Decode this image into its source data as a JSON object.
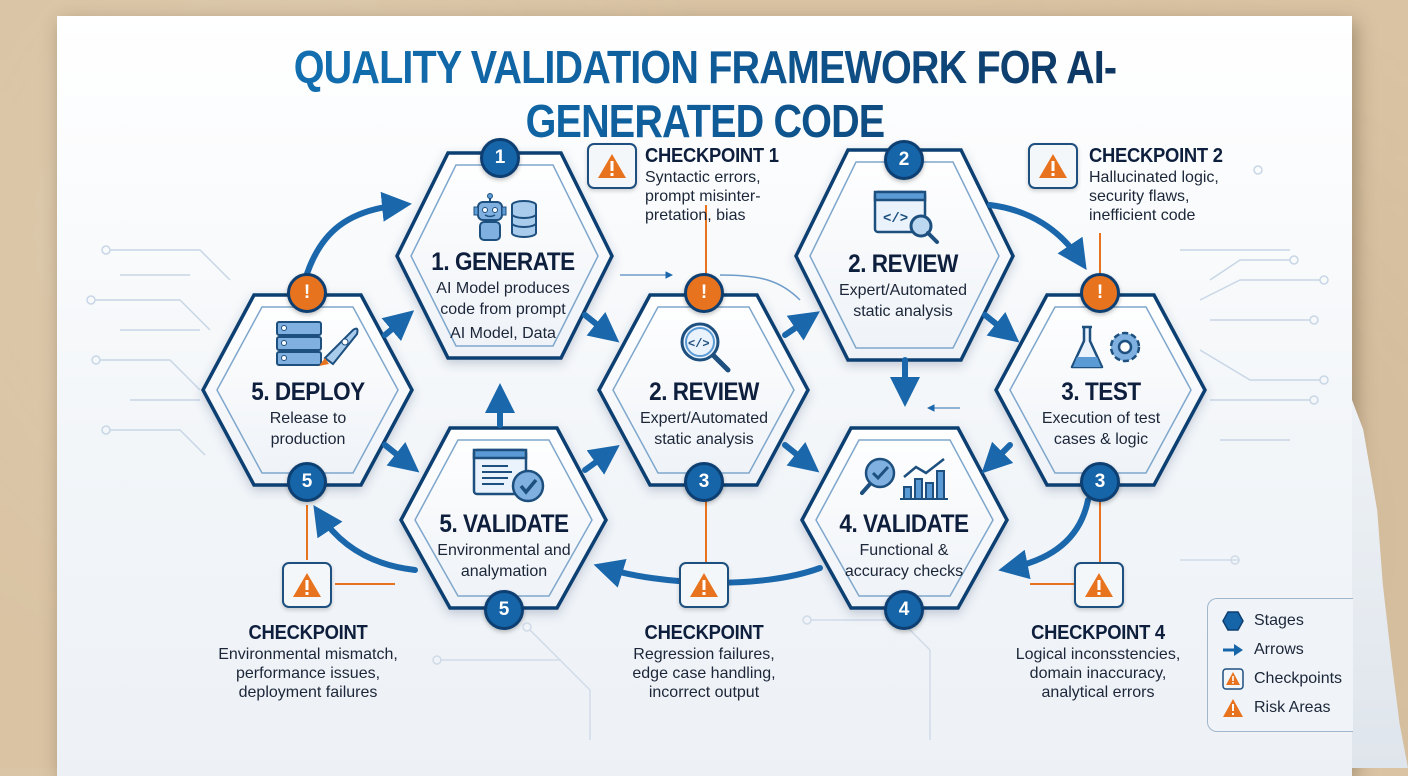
{
  "title": "QUALITY VALIDATION FRAMEWORK FOR AI-GENERATED CODE",
  "colors": {
    "primary_blue": "#1565a8",
    "dark_navy": "#0e1f3d",
    "alert_orange": "#e8731f",
    "hex_stroke": "#0d3f72",
    "background_kraft": "#d9c3a3"
  },
  "stages": [
    {
      "id": "generate",
      "badge": "1",
      "top_badge_type": "number",
      "icon": "robot-database-icon",
      "title": "1. GENERATE",
      "desc_line1": "AI Model produces",
      "desc_line2": "code from prompt",
      "extra": "AI Model, Data"
    },
    {
      "id": "review-top",
      "badge": "2",
      "top_badge_type": "number",
      "icon": "code-search-icon",
      "title": "2. REVIEW",
      "desc_line1": "Expert/Automated",
      "desc_line2": "static analysis"
    },
    {
      "id": "deploy",
      "top_badge": "!",
      "bottom_badge": "5",
      "icon": "server-rocket-icon",
      "title": "5. DEPLOY",
      "desc_line1": "Release to",
      "desc_line2": "production"
    },
    {
      "id": "review-center",
      "top_badge": "!",
      "bottom_badge": "3",
      "icon": "magnifier-code-icon",
      "title": "2. REVIEW",
      "desc_line1": "Expert/Automated",
      "desc_line2": "static analysis"
    },
    {
      "id": "test",
      "top_badge": "!",
      "bottom_badge": "3",
      "icon": "flask-gear-icon",
      "title": "3. TEST",
      "desc_line1": "Execution of test",
      "desc_line2": "cases & logic"
    },
    {
      "id": "validate-5",
      "bottom_badge": "5",
      "icon": "checklist-window-icon",
      "title": "5. VALIDATE",
      "desc_line1": "Environmental and",
      "desc_line2": "analymation"
    },
    {
      "id": "validate-4",
      "bottom_badge": "4",
      "icon": "magnifier-chart-icon",
      "title": "4. VALIDATE",
      "desc_line1": "Functional &",
      "desc_line2": "accuracy checks"
    }
  ],
  "checkpoints": [
    {
      "id": "cp1",
      "title": "CHECKPOINT 1",
      "lines": [
        "Syntactic errors,",
        "prompt misinter-",
        "pretation, bias"
      ]
    },
    {
      "id": "cp2",
      "title": "CHECKPOINT 2",
      "lines": [
        "Hallucinated logic,",
        "security flaws,",
        "inefficient code"
      ]
    },
    {
      "id": "cp-deploy",
      "title": "CHECKPOINT",
      "lines": [
        "Environmental mismatch,",
        "performance issues,",
        "deployment failures"
      ]
    },
    {
      "id": "cp-regression",
      "title": "CHECKPOINT",
      "lines": [
        "Regression failures,",
        "edge case handling,",
        "incorrect output"
      ]
    },
    {
      "id": "cp4",
      "title": "CHECKPOINT 4",
      "lines": [
        "Logical inconsstencies,",
        "domain inaccuracy,",
        "analytical errors"
      ]
    }
  ],
  "legend": {
    "items": [
      {
        "icon": "hexagon-icon",
        "label": "Stages"
      },
      {
        "icon": "arrow-icon",
        "label": "Arrows"
      },
      {
        "icon": "boxed-warning-icon",
        "label": "Checkpoints"
      },
      {
        "icon": "warning-triangle-icon",
        "label": "Risk Areas"
      }
    ]
  },
  "alert_symbol": "!"
}
